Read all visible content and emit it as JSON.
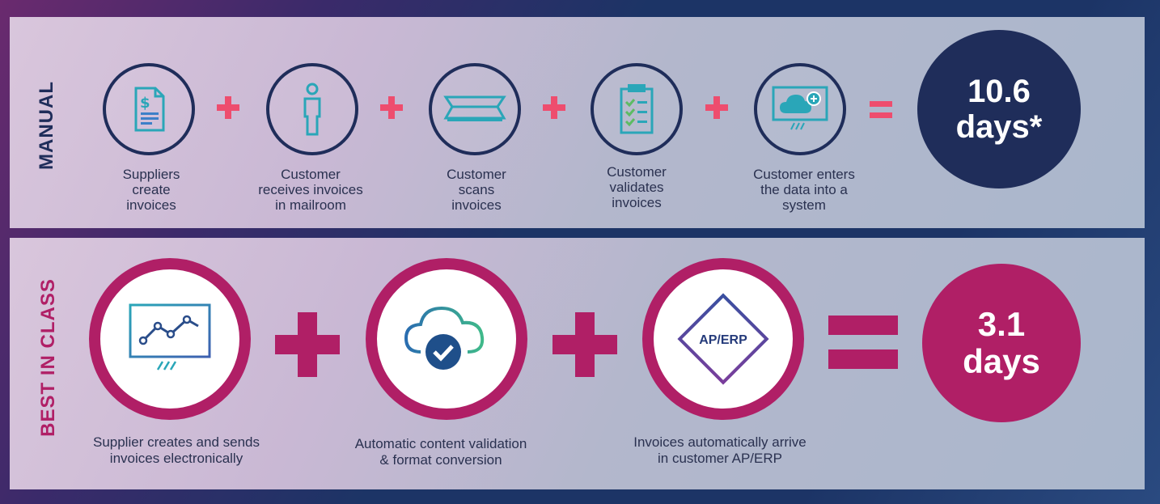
{
  "manual": {
    "label": "MANUAL",
    "steps": [
      {
        "icon": "invoice-dollar-icon",
        "caption": "Suppliers\ncreate\ninvoices"
      },
      {
        "icon": "person-icon",
        "caption": "Customer\nreceives invoices\nin mailroom"
      },
      {
        "icon": "scanner-icon",
        "caption": "Customer\nscans\ninvoices"
      },
      {
        "icon": "checklist-clipboard-icon",
        "caption": "Customer\nvalidates\ninvoices"
      },
      {
        "icon": "cloud-monitor-icon",
        "caption": "Customer enters\nthe data into a\nsystem"
      }
    ],
    "result": "10.6\ndays*"
  },
  "best": {
    "label": "BEST IN CLASS",
    "steps": [
      {
        "icon": "monitor-chart-icon",
        "caption": "Supplier creates and sends\ninvoices electronically"
      },
      {
        "icon": "cloud-check-icon",
        "caption": "Automatic content validation\n& format conversion"
      },
      {
        "icon": "ap-erp-diamond-icon",
        "caption": "Invoices automatically arrive\nin customer AP/ERP",
        "icon_text": "AP/ERP"
      }
    ],
    "result": "3.1\ndays"
  },
  "colors": {
    "navy": "#1f2d5a",
    "magenta": "#b01f66",
    "coral": "#ee4d6e",
    "teal": "#2aa6b8"
  }
}
